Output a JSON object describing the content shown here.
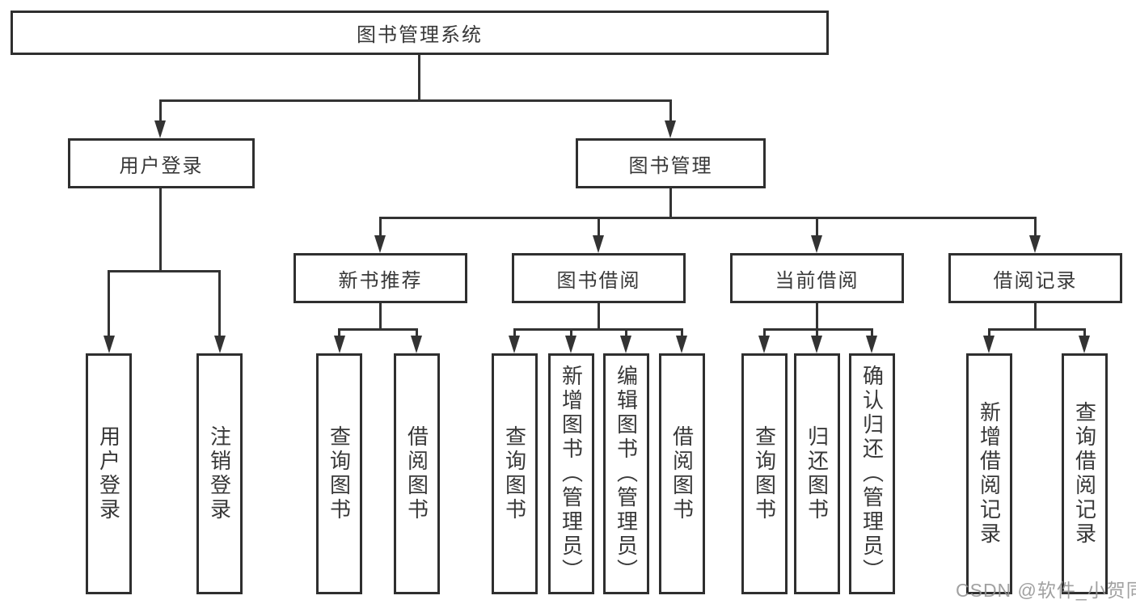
{
  "diagram": {
    "title": "图书管理系统",
    "root": {
      "label": "图书管理系统"
    },
    "level1": [
      {
        "label": "用户登录"
      },
      {
        "label": "图书管理"
      }
    ],
    "level2": [
      {
        "label": "新书推荐"
      },
      {
        "label": "图书借阅"
      },
      {
        "label": "当前借阅"
      },
      {
        "label": "借阅记录"
      }
    ],
    "leaves": {
      "user_login": [
        "用户登录",
        "注销登录"
      ],
      "new_book_rec": [
        "查询图书",
        "借阅图书"
      ],
      "book_borrow": [
        "查询图书",
        "新增图书（管理员）",
        "编辑图书（管理员）",
        "借阅图书"
      ],
      "current_borrow": [
        "查询图书",
        "归还图书",
        "确认归还（管理员）"
      ],
      "borrow_record": [
        "新增借阅记录",
        "查询借阅记录"
      ]
    },
    "watermark": "CSDN @软件_小贺同学",
    "colors": {
      "line": "#333333",
      "text": "#383838",
      "watermark": "#949494",
      "background": "#ffffff"
    }
  }
}
